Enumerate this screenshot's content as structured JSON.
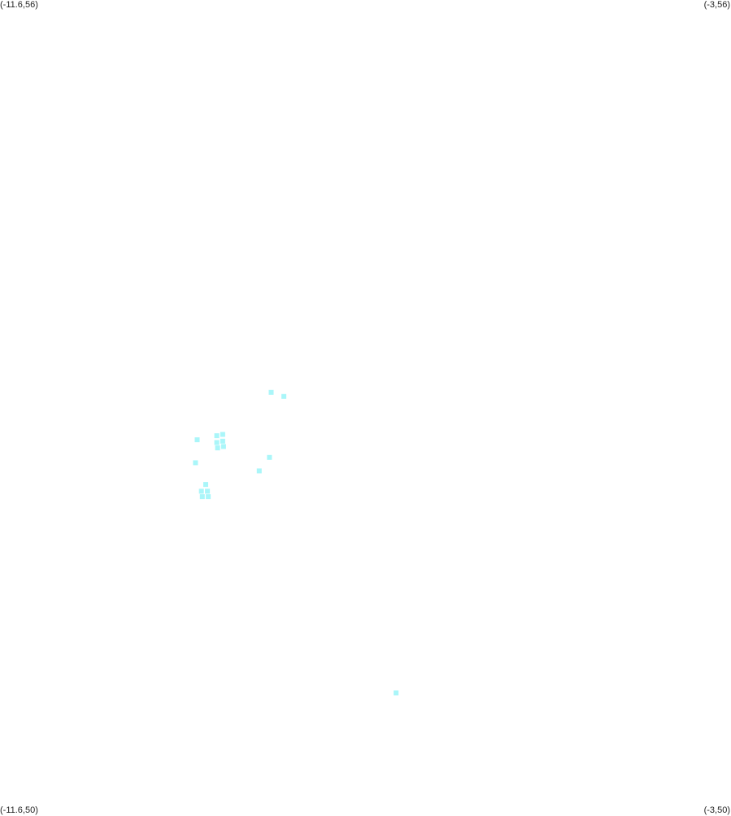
{
  "map": {
    "corners": {
      "top_left": "(-11.6,56)",
      "top_right": "(-3,56)",
      "bottom_left": "(-11.6,50)",
      "bottom_right": "(-3,50)"
    },
    "bounds": {
      "lon_min": -11.6,
      "lon_max": -3,
      "lat_min": 50,
      "lat_max": 56
    },
    "marker_color": "#aaf6f9",
    "points": [
      {
        "lon": -8.41,
        "lat": 53.1
      },
      {
        "lon": -8.26,
        "lat": 53.07
      },
      {
        "lon": -9.28,
        "lat": 52.75
      },
      {
        "lon": -9.05,
        "lat": 52.78
      },
      {
        "lon": -8.98,
        "lat": 52.79
      },
      {
        "lon": -9.05,
        "lat": 52.73
      },
      {
        "lon": -8.98,
        "lat": 52.74
      },
      {
        "lon": -9.04,
        "lat": 52.69
      },
      {
        "lon": -8.97,
        "lat": 52.7
      },
      {
        "lon": -9.3,
        "lat": 52.58
      },
      {
        "lon": -8.43,
        "lat": 52.62
      },
      {
        "lon": -8.55,
        "lat": 52.52
      },
      {
        "lon": -9.18,
        "lat": 52.42
      },
      {
        "lon": -9.23,
        "lat": 52.37
      },
      {
        "lon": -9.16,
        "lat": 52.37
      },
      {
        "lon": -9.22,
        "lat": 52.33
      },
      {
        "lon": -9.15,
        "lat": 52.33
      },
      {
        "lon": -6.94,
        "lat": 50.88
      }
    ]
  }
}
